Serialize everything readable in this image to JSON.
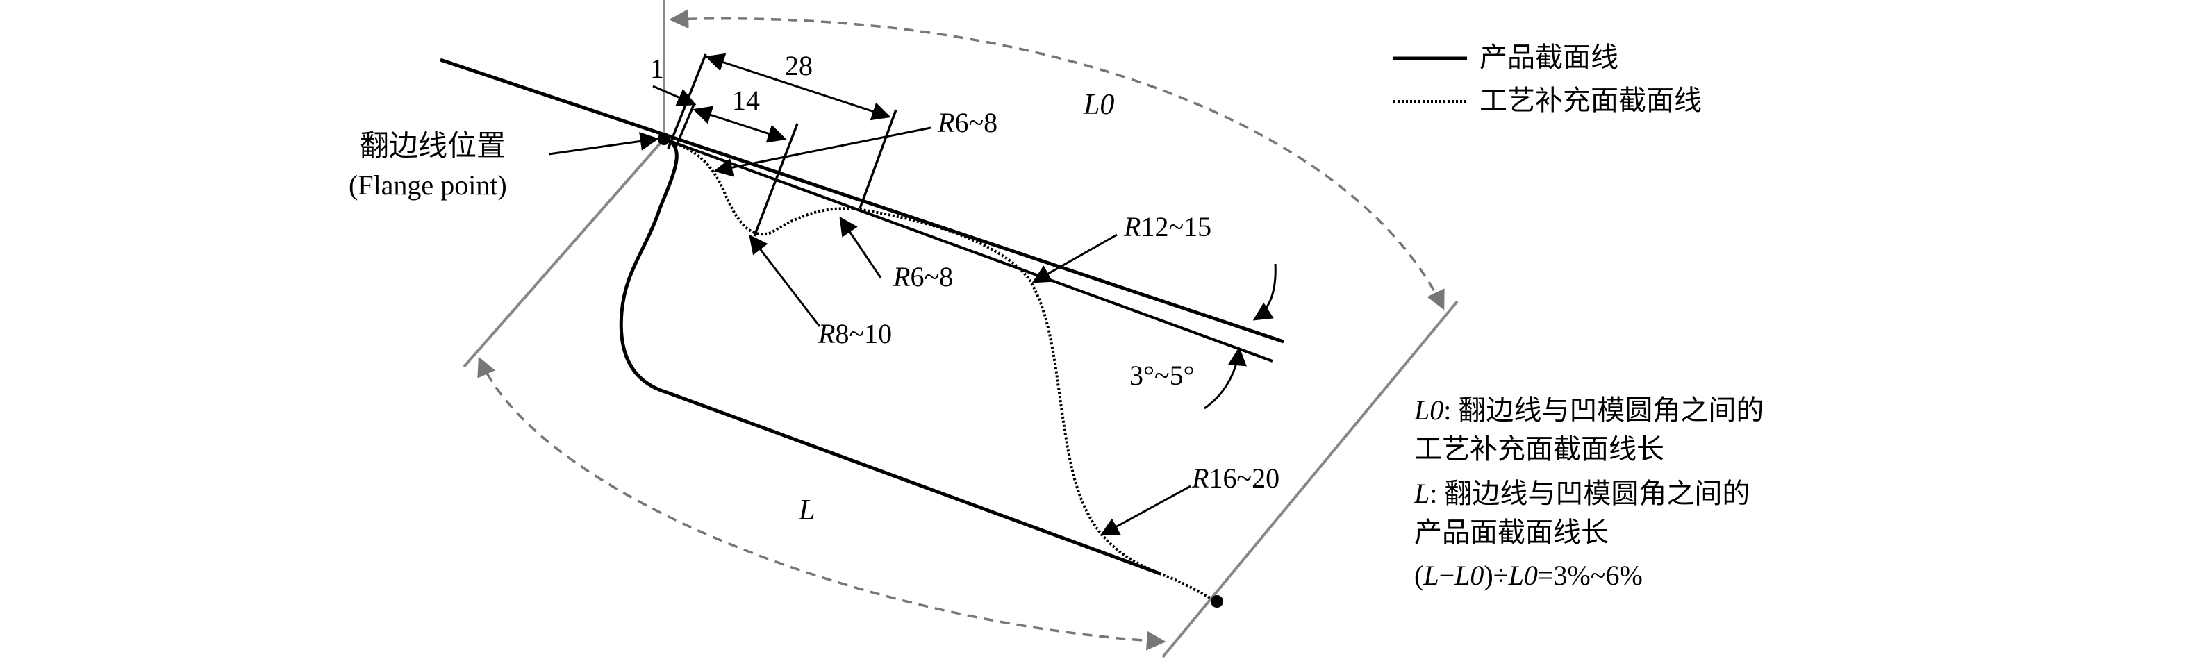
{
  "legend": {
    "product": "产品截面线",
    "addendum": "工艺补充面截面线"
  },
  "flange": {
    "zh": "翻边线位置",
    "en": "(Flange point)"
  },
  "dims": {
    "d1": "1",
    "d14": "14",
    "d28": "28"
  },
  "radii": {
    "r_top_prefix": "R",
    "r_top_val": "6~8",
    "r_mid_prefix": "R",
    "r_mid_val": "6~8",
    "r_low_prefix": "R",
    "r_low_val": "8~10",
    "r12_prefix": "R",
    "r12_val": "12~15",
    "r16_prefix": "R",
    "r16_val": "16~20"
  },
  "angle": "3°~5°",
  "L0_label": "L0",
  "L_label": "L",
  "notes": {
    "line1_sym": "L0",
    "line1_text": ": 翻边线与凹模圆角之间的",
    "line2": "工艺补充面截面线长",
    "line3_sym": "L",
    "line3_text": ": 翻边线与凹模圆角之间的",
    "line4": "产品面截面线长",
    "line5_a": "(",
    "line5_L": "L",
    "line5_minus": "−",
    "line5_L0": "L0",
    "line5_mid": ")÷",
    "line5_L0b": "L0",
    "line5_end": "=3%~6%"
  }
}
